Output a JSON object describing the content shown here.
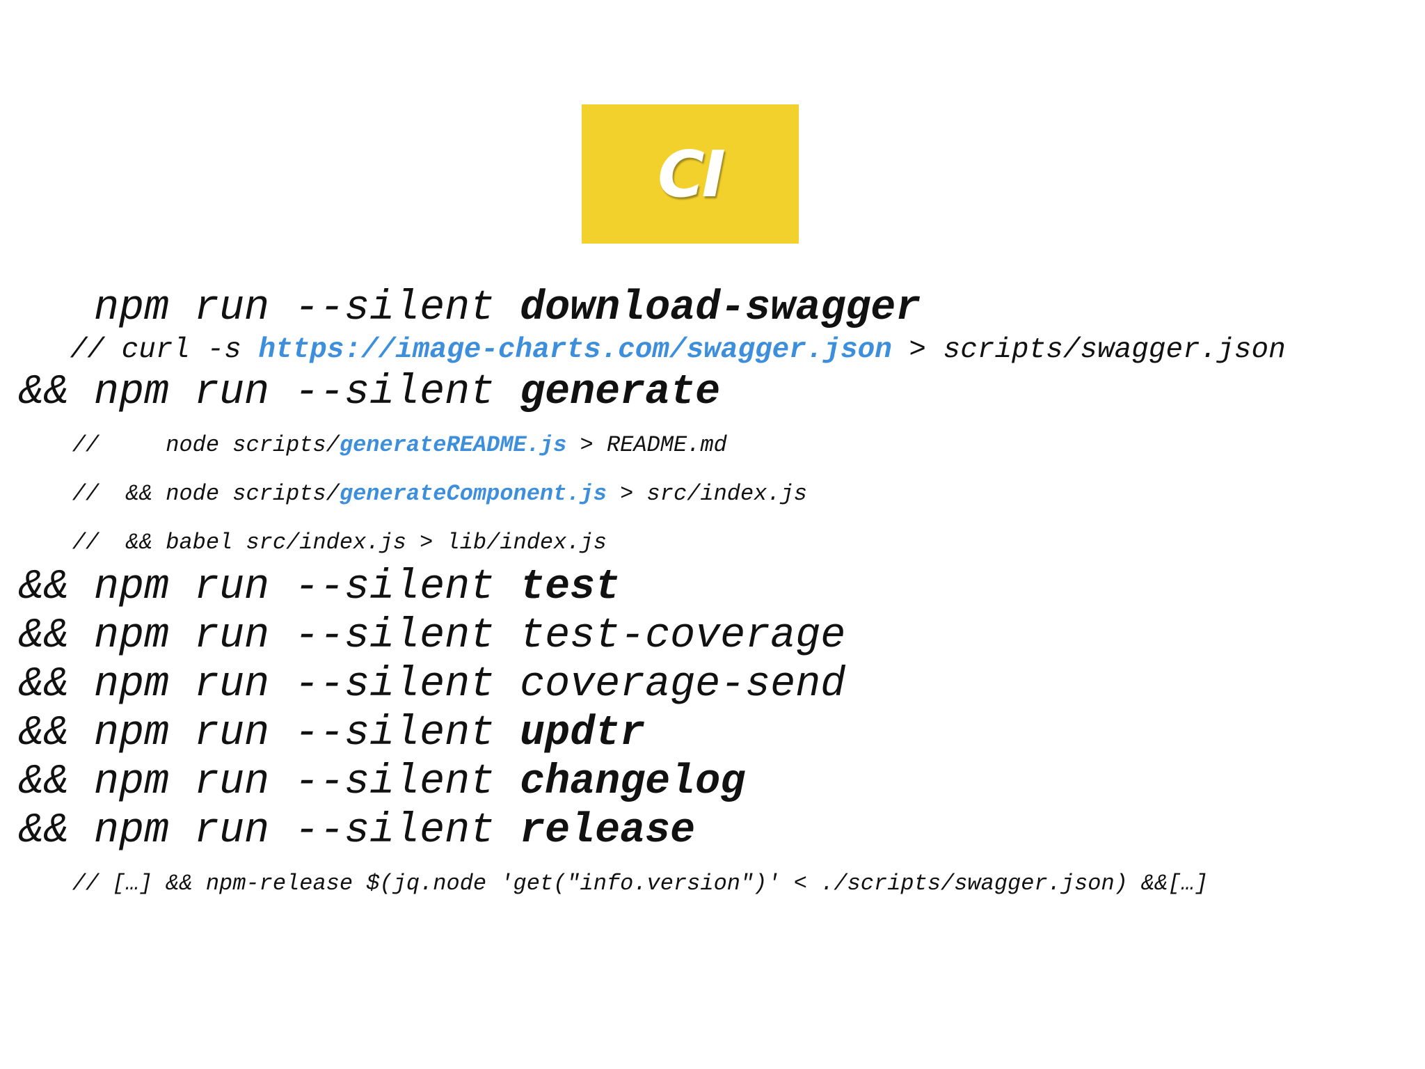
{
  "badge": {
    "label": "CI",
    "color": "#f2d12c"
  },
  "accent_link_color": "#3d8fdc",
  "lines": [
    {
      "prefix": "   npm run --silent ",
      "command": "download-swagger",
      "bold": true
    },
    {
      "prefix": "   // curl -s ",
      "link": "https://image-charts.com/swagger.json",
      "suffix": " > scripts/swagger.json"
    },
    {
      "prefix": "&& npm run --silent ",
      "command": "generate",
      "bold": true
    },
    {
      "prefix": "    //     node scripts/",
      "link": "generateREADME.js",
      "suffix": " > README.md"
    },
    {
      "prefix": "    //  && node scripts/",
      "link": "generateComponent.js",
      "suffix": " > src/index.js"
    },
    {
      "text": "    //  && babel src/index.js > lib/index.js"
    },
    {
      "prefix": "&& npm run --silent ",
      "command": "test",
      "bold": true
    },
    {
      "prefix": "&& npm run --silent ",
      "command": "test-coverage",
      "bold": false
    },
    {
      "prefix": "&& npm run --silent ",
      "command": "coverage-send",
      "bold": false
    },
    {
      "prefix": "&& npm run --silent ",
      "command": "updtr",
      "bold": true
    },
    {
      "prefix": "&& npm run --silent ",
      "command": "changelog",
      "bold": true
    },
    {
      "prefix": "&& npm run --silent ",
      "command": "release",
      "bold": true
    },
    {
      "text": "    // […] && npm-release $(jq.node 'get(\"info.version\")' < ./scripts/swagger.json) &&[…]"
    }
  ]
}
